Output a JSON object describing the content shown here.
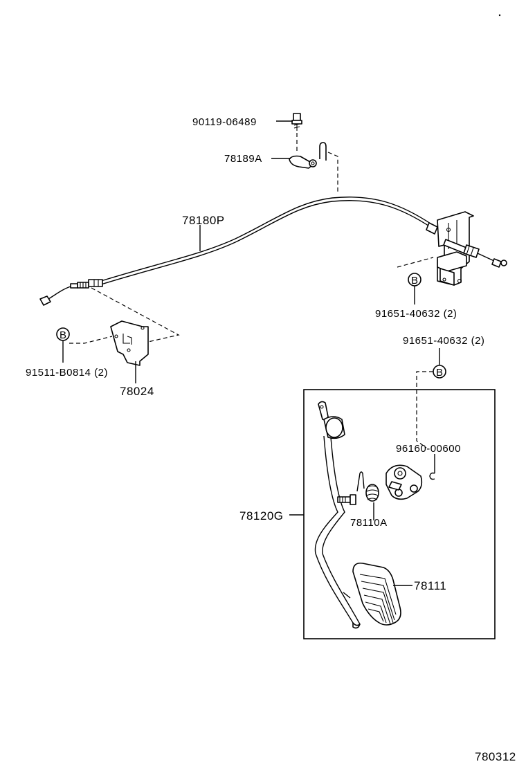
{
  "labels": {
    "bolt": "90119-06489",
    "clamp": "78189A",
    "cable": "78180P",
    "clip_right": "91651-40632 (2)",
    "clip_pedal": "91651-40632 (2)",
    "bracket_bolt": "91511-B0814 (2)",
    "bracket": "78024",
    "pedal_assy": "78120G",
    "ring": "96160-00600",
    "spring": "78110A",
    "pedal_pad": "78111",
    "ref_b": "B",
    "figure_no": "780312"
  }
}
